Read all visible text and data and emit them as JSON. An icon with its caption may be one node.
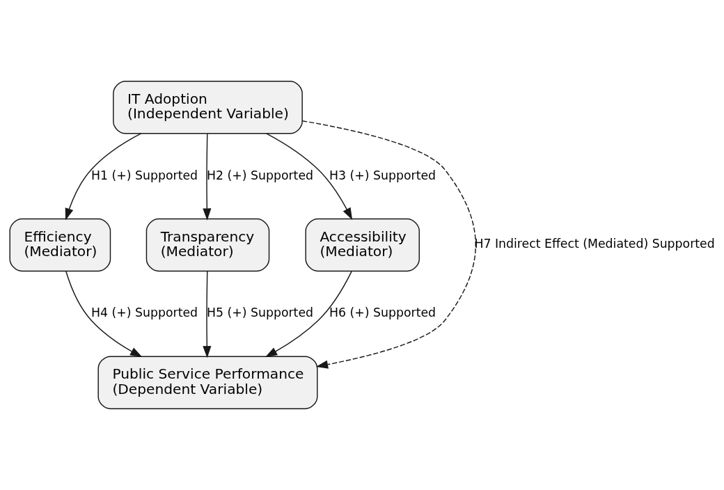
{
  "diagram": {
    "nodes": [
      {
        "text": [
          "IT Adoption",
          "(Independent Variable)"
        ]
      },
      {
        "text": [
          "Efficiency",
          "(Mediator)"
        ]
      },
      {
        "text": [
          "Transparency",
          "(Mediator)"
        ]
      },
      {
        "text": [
          "Accessibility",
          "(Mediator)"
        ]
      },
      {
        "text": [
          "Public Service Performance",
          "(Dependent Variable)"
        ]
      }
    ],
    "edges": [
      {
        "from": 0,
        "to": 1,
        "arrow": "to",
        "label": "H1 (+) Supported"
      },
      {
        "from": 0,
        "to": 2,
        "arrow": "to",
        "label": "H2 (+) Supported"
      },
      {
        "from": 0,
        "to": 3,
        "arrow": "to",
        "label": "H3 (+) Supported"
      },
      {
        "from": 1,
        "to": 4,
        "arrow": "to",
        "label": "H4 (+) Supported"
      },
      {
        "from": 2,
        "to": 4,
        "arrow": "to",
        "label": "H5 (+) Supported"
      },
      {
        "from": 3,
        "to": 4,
        "arrow": "to",
        "label": "H6 (+) Supported"
      },
      {
        "from": 0,
        "to": 4,
        "arrow": "to",
        "label": "H7 Indirect Effect (Mediated) Supported",
        "style": "dashed"
      }
    ]
  }
}
